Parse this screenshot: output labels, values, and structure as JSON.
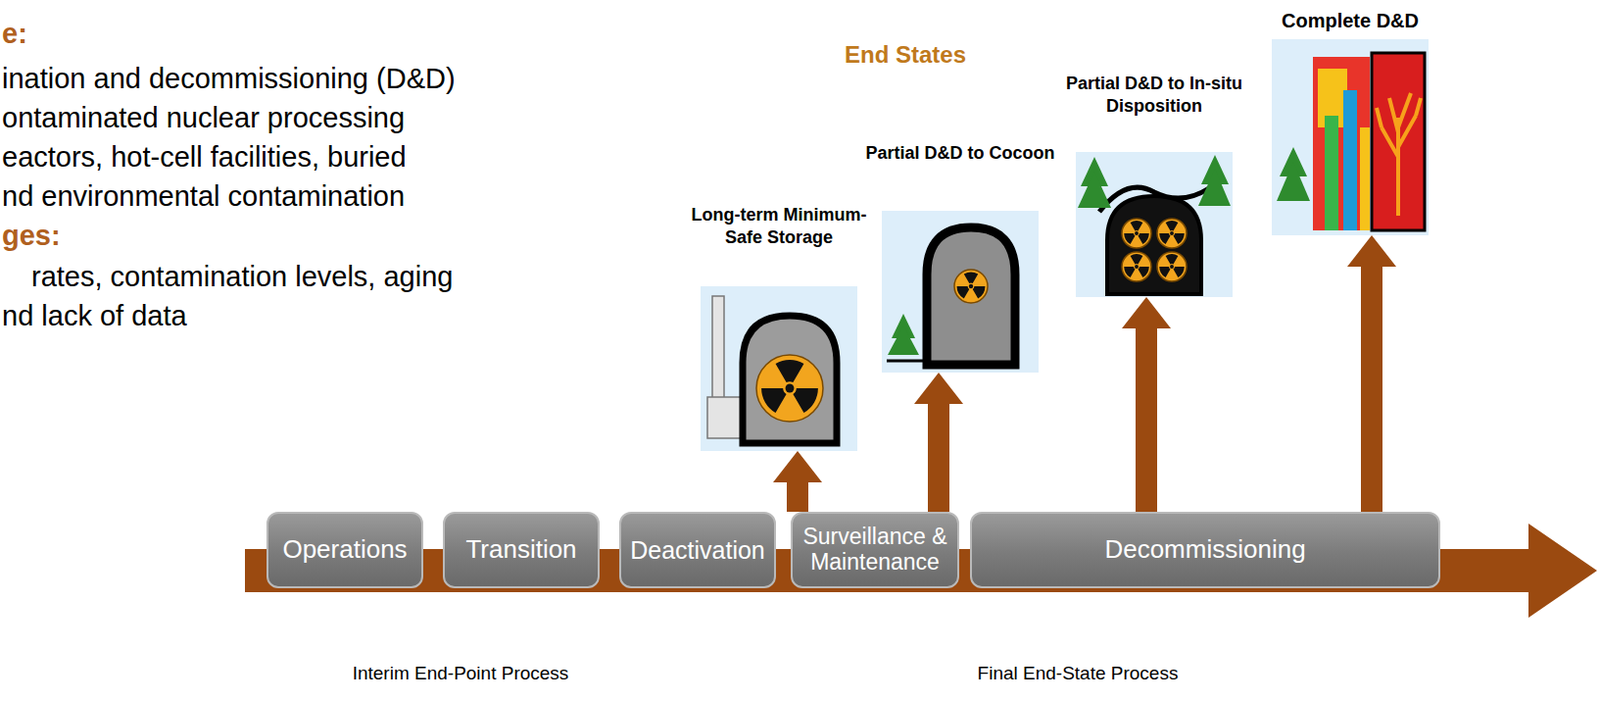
{
  "diagram": {
    "nodes": [
      {
        "text": [
          "Operations"
        ]
      },
      {
        "text": [
          "Transition"
        ]
      },
      {
        "text": [
          "Deactivation"
        ]
      },
      {
        "text": [
          "Surveillance & Maintenance"
        ]
      },
      {
        "text": [
          "Decommissioning"
        ]
      },
      {
        "text": [
          "Long-term Minimum-Safe Storage"
        ]
      },
      {
        "text": [
          "Partial D&D to Cocoon"
        ]
      },
      {
        "text": [
          "Partial D&D to In-situ Disposition"
        ]
      },
      {
        "text": [
          "Complete D&D"
        ]
      }
    ],
    "edges": [
      {
        "from": 3,
        "to": 5,
        "arrow": "to"
      },
      {
        "from": 3,
        "to": 6,
        "arrow": "to"
      },
      {
        "from": 4,
        "to": 7,
        "arrow": "to"
      },
      {
        "from": 4,
        "to": 8,
        "arrow": "to"
      }
    ],
    "labels": [
      "e:",
      "ination and decommissioning (D&D)",
      "ontaminated nuclear processing",
      "eactors, hot-cell facilities, buried",
      "nd environmental contamination",
      "ges:",
      "rates, contamination levels, aging",
      "nd lack of data",
      "End States",
      "Interim End-Point Process",
      "Final End-State Process"
    ]
  }
}
